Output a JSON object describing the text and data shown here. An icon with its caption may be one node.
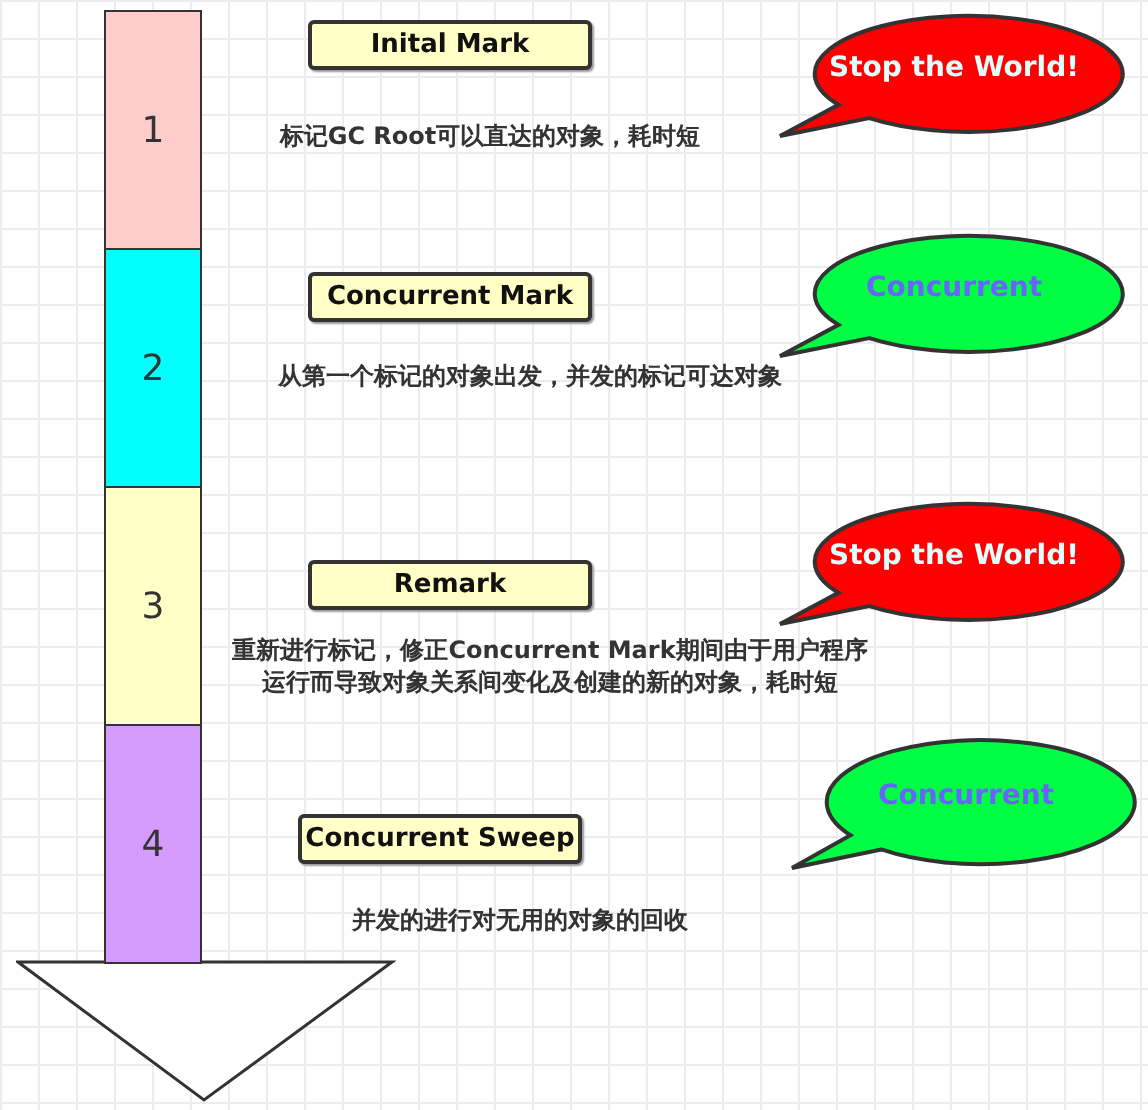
{
  "diagram": {
    "nodes": [
      {
        "text": [
          "1"
        ]
      },
      {
        "text": [
          "2"
        ]
      },
      {
        "text": [
          "3"
        ]
      },
      {
        "text": [
          "4"
        ]
      },
      {
        "text": [
          "Inital Mark"
        ]
      },
      {
        "text": [
          "Concurrent Mark"
        ]
      },
      {
        "text": [
          "Remark"
        ]
      },
      {
        "text": [
          "Concurrent Sweep"
        ]
      },
      {
        "text": [
          "Stop the World!"
        ]
      },
      {
        "text": [
          "Concurrent"
        ]
      },
      {
        "text": [
          "Stop the World!"
        ]
      },
      {
        "text": [
          "Concurrent"
        ]
      }
    ],
    "labels": [
      "标记GC Root可以直达的对象，耗时短",
      "从第一个标记的对象出发，并发的标记可达对象",
      "重新进行标记，修正Concurrent Mark期间由于用户程序运行而导致对象关系间变化及创建的新的对象，耗时短",
      "并发的进行对无用的对象的回收"
    ]
  }
}
